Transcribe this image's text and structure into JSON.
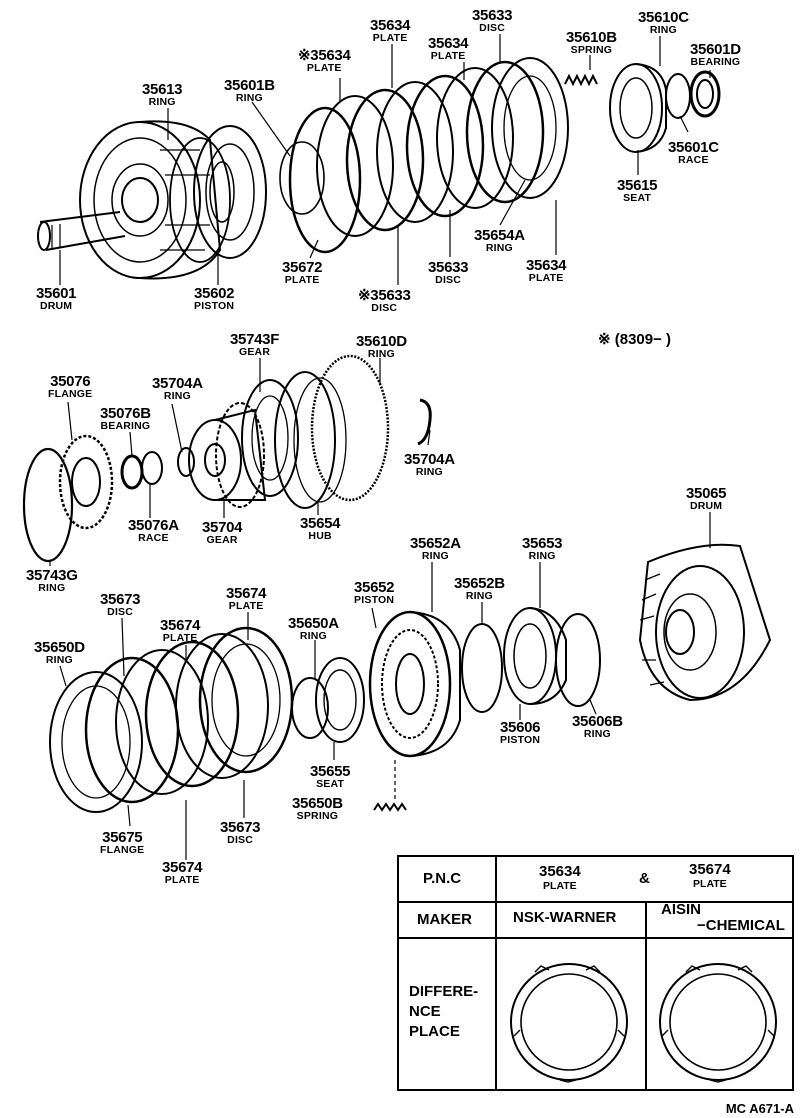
{
  "labels": {
    "p35613": {
      "num": "35613",
      "type": "RING"
    },
    "p35601B": {
      "num": "35601B",
      "type": "RING"
    },
    "p35634_star": {
      "num": "35634",
      "type": "PLATE"
    },
    "p35634_a": {
      "num": "35634",
      "type": "PLATE"
    },
    "p35634_b": {
      "num": "35634",
      "type": "PLATE"
    },
    "p35634_c": {
      "num": "35634",
      "type": "PLATE"
    },
    "p35633_top": {
      "num": "35633",
      "type": "DISC"
    },
    "p35633_mid": {
      "num": "35633",
      "type": "DISC"
    },
    "p35633_star": {
      "num": "35633",
      "type": "DISC"
    },
    "p35610B": {
      "num": "35610B",
      "type": "SPRING"
    },
    "p35610C": {
      "num": "35610C",
      "type": "RING"
    },
    "p35601D": {
      "num": "35601D",
      "type": "BEARING"
    },
    "p35601C": {
      "num": "35601C",
      "type": "RACE"
    },
    "p35615": {
      "num": "35615",
      "type": "SEAT"
    },
    "p35654A": {
      "num": "35654A",
      "type": "RING"
    },
    "p35672": {
      "num": "35672",
      "type": "PLATE"
    },
    "p35601": {
      "num": "35601",
      "type": "DRUM"
    },
    "p35602": {
      "num": "35602",
      "type": "PISTON"
    },
    "p35743F": {
      "num": "35743F",
      "type": "GEAR"
    },
    "p35610D": {
      "num": "35610D",
      "type": "RING"
    },
    "p35076": {
      "num": "35076",
      "type": "FLANGE"
    },
    "p35704A_l": {
      "num": "35704A",
      "type": "RING"
    },
    "p35076B": {
      "num": "35076B",
      "type": "BEARING"
    },
    "p35704A_r": {
      "num": "35704A",
      "type": "RING"
    },
    "p35076A": {
      "num": "35076A",
      "type": "RACE"
    },
    "p35704": {
      "num": "35704",
      "type": "GEAR"
    },
    "p35654": {
      "num": "35654",
      "type": "HUB"
    },
    "p35743G": {
      "num": "35743G",
      "type": "RING"
    },
    "p35065": {
      "num": "35065",
      "type": "DRUM"
    },
    "p35652A": {
      "num": "35652A",
      "type": "RING"
    },
    "p35653": {
      "num": "35653",
      "type": "RING"
    },
    "p35652": {
      "num": "35652",
      "type": "PISTON"
    },
    "p35652B": {
      "num": "35652B",
      "type": "RING"
    },
    "p35674_top": {
      "num": "35674",
      "type": "PLATE"
    },
    "p35673_top": {
      "num": "35673",
      "type": "DISC"
    },
    "p35674_mid": {
      "num": "35674",
      "type": "PLATE"
    },
    "p35650A": {
      "num": "35650A",
      "type": "RING"
    },
    "p35650D": {
      "num": "35650D",
      "type": "RING"
    },
    "p35606": {
      "num": "35606",
      "type": "PISTON"
    },
    "p35606B": {
      "num": "35606B",
      "type": "RING"
    },
    "p35655": {
      "num": "35655",
      "type": "SEAT"
    },
    "p35650B": {
      "num": "35650B",
      "type": "SPRING"
    },
    "p35673_bot": {
      "num": "35673",
      "type": "DISC"
    },
    "p35675": {
      "num": "35675",
      "type": "FLANGE"
    },
    "p35674_bot": {
      "num": "35674",
      "type": "PLATE"
    }
  },
  "star_mark": "※",
  "production_note": "※ (8309−        )",
  "table": {
    "pnc_header": "P.N.C",
    "pnc_1_num": "35634",
    "pnc_1_type": "PLATE",
    "amp": "&",
    "pnc_2_num": "35674",
    "pnc_2_type": "PLATE",
    "maker_header": "MAKER",
    "maker_1": "NSK-WARNER",
    "maker_2_line1": "AISIN",
    "maker_2_line2": "−CHEMICAL",
    "diff_line1": "DIFFERE-",
    "diff_line2": "NCE",
    "diff_line3": "PLACE"
  },
  "diagram_code": "MC A671-A",
  "colors": {
    "ink": "#000000",
    "paper": "#ffffff"
  }
}
